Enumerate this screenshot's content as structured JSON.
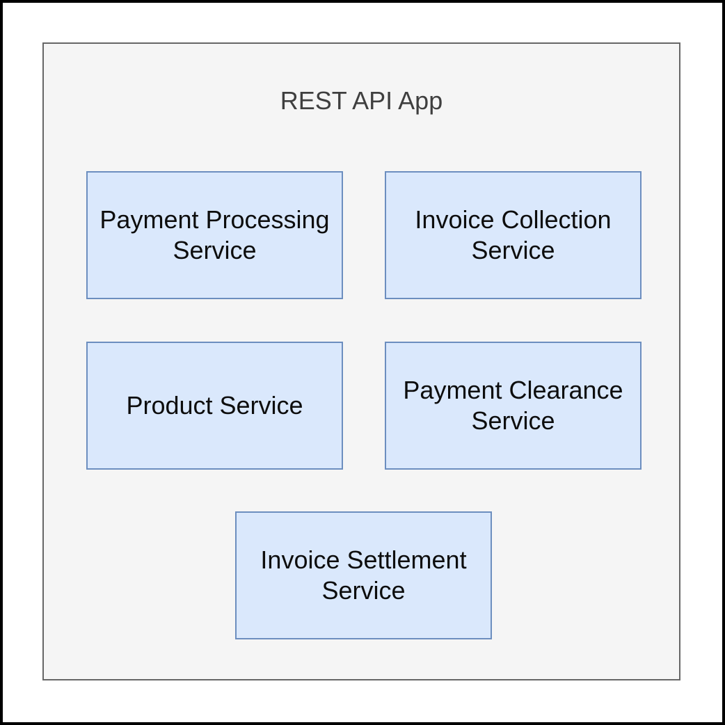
{
  "diagram": {
    "title": "REST API App",
    "nodes": [
      {
        "id": "payment-processing-service",
        "label": "Payment Processing Service"
      },
      {
        "id": "invoice-collection-service",
        "label": "Invoice Collection Service"
      },
      {
        "id": "product-service",
        "label": "Product Service"
      },
      {
        "id": "payment-clearance-service",
        "label": "Payment Clearance Service"
      },
      {
        "id": "invoice-settlement-service",
        "label": "Invoice Settlement Service"
      }
    ],
    "colors": {
      "node_fill": "#dae8fc",
      "node_border": "#6c8ebf",
      "node_text": "#0d0d0d",
      "container_fill": "#f5f5f5",
      "container_border": "#666666",
      "title_text": "#3f3f3f",
      "outer_frame": "#000000"
    }
  }
}
